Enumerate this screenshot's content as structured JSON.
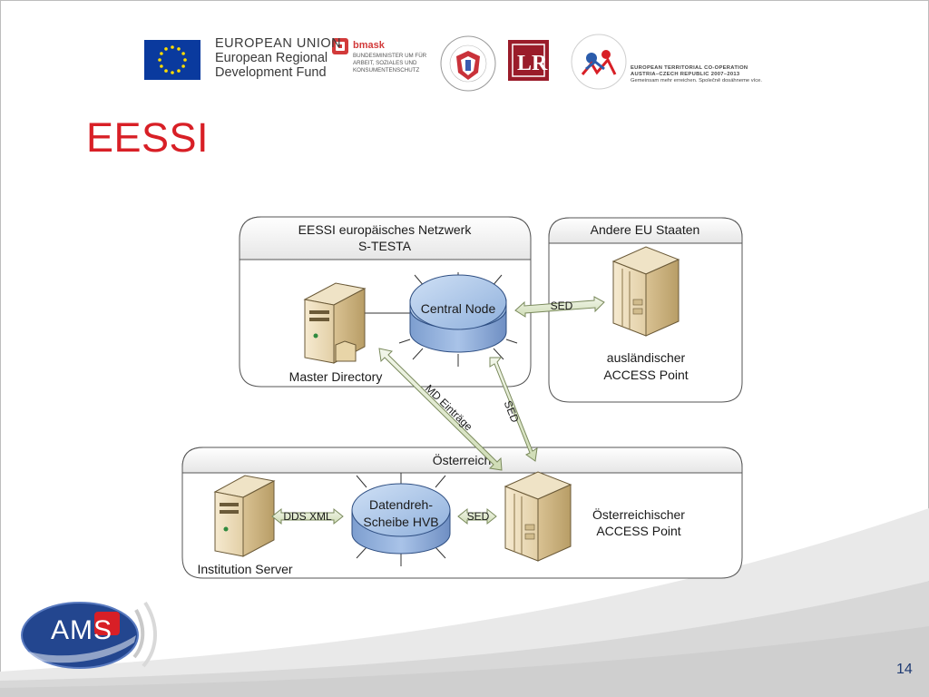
{
  "header": {
    "eu_logo_text": [
      "EUROPEAN UNION",
      "European Regional",
      "Development Fund"
    ],
    "bmask_name": "bmask",
    "bmask_subtitle": "BUNDESMINISTER UM FÜR ARBEIT, SOZIALES UND KONSUMENTENSCHUTZ",
    "etc_text": [
      "EUROPEAN TERRITORIAL CO-OPERATION",
      "AUSTRIA–CZECH REPUBLIC 2007–2013",
      "Gemeinsam mehr erreichen. Společně dosáhneme více."
    ]
  },
  "slide": {
    "title": "EESSI",
    "page_number": "14"
  },
  "diagram": {
    "eessi_panel_title": [
      "EESSI europäisches Netzwerk",
      "S-TESTA"
    ],
    "eu_panel_title": "Andere EU Staaten",
    "austria_panel_title": "Österreich",
    "central_node": "Central Node",
    "master_directory": "Master Directory",
    "foreign_access_point": [
      "ausländischer",
      "ACCESS Point"
    ],
    "datendrehscheibe": [
      "Datendreh-",
      "Scheibe HVB"
    ],
    "austrian_access_point": [
      "Österreichischer",
      "ACCESS Point"
    ],
    "institution_server": "Institution Server",
    "arrow_sed_top": "SED",
    "arrow_md_eintraege": "MD Einträge",
    "arrow_sed_diagonal": "SED",
    "arrow_dds_xml": "DDS XML",
    "arrow_sed_bottom": "SED"
  },
  "footer": {
    "ams_logo": "AMS"
  },
  "colors": {
    "title_red": "#d81f26",
    "node_blue": "#9dbbe3",
    "arrow_green": "#e3ebd2",
    "ams_blue": "#23468f",
    "ams_red": "#d81f26"
  }
}
